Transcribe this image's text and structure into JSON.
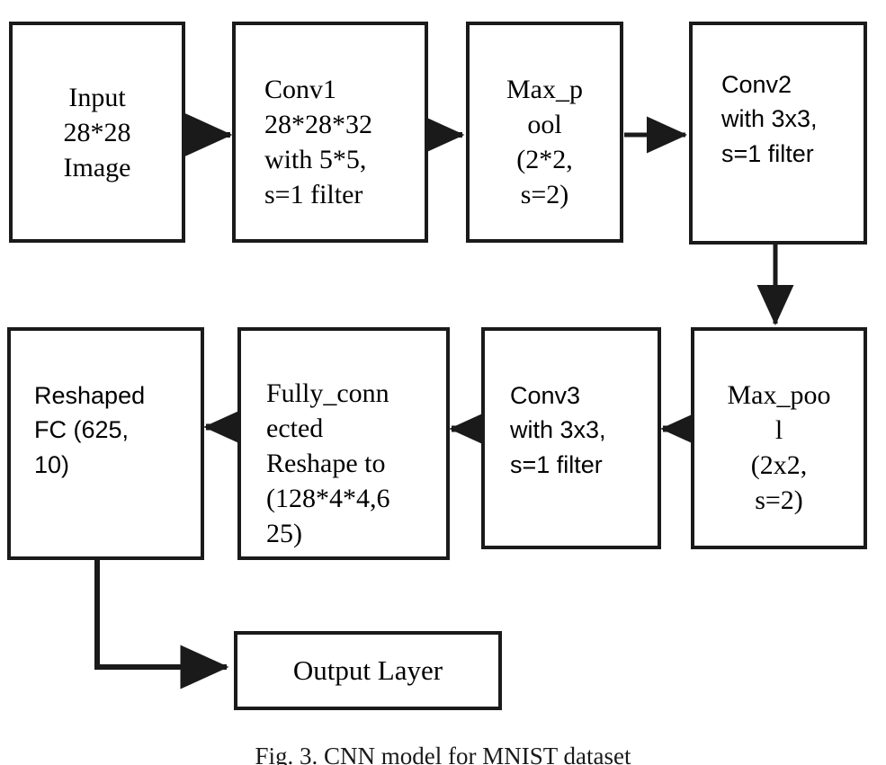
{
  "figure": {
    "caption": "Fig. 3. CNN model for MNIST dataset",
    "stroke_color": "#1a1a1a",
    "background_color": "#ffffff"
  },
  "nodes": {
    "input": {
      "label": "Input\n28*28\nImage"
    },
    "conv1": {
      "label": "Conv1\n28*28*32\nwith 5*5,\ns=1 filter"
    },
    "maxpool1": {
      "label": "Max_p\nool\n(2*2,\ns=2)"
    },
    "conv2": {
      "label": "Conv2\nwith 3x3,\ns=1 filter"
    },
    "maxpool2": {
      "label": "Max_poo\nl\n(2x2,\ns=2)"
    },
    "conv3": {
      "label": "Conv3\nwith 3x3,\ns=1 filter"
    },
    "fully_connected": {
      "label": "Fully_conn\nected\nReshape to\n(128*4*4,6\n25)"
    },
    "reshaped_fc": {
      "label": "Reshaped\nFC (625,\n10)"
    },
    "output": {
      "label": "Output Layer"
    }
  },
  "edges": [
    {
      "name": "input-to-conv1",
      "direction": "right"
    },
    {
      "name": "conv1-to-maxpool1",
      "direction": "right"
    },
    {
      "name": "maxpool1-to-conv2",
      "direction": "right"
    },
    {
      "name": "conv2-to-maxpool2",
      "direction": "down"
    },
    {
      "name": "maxpool2-to-conv3",
      "direction": "left"
    },
    {
      "name": "conv3-to-fully-connected",
      "direction": "left"
    },
    {
      "name": "fully-connected-to-reshaped-fc",
      "direction": "left"
    },
    {
      "name": "reshaped-fc-to-output",
      "direction": "elbow-down-right"
    }
  ]
}
